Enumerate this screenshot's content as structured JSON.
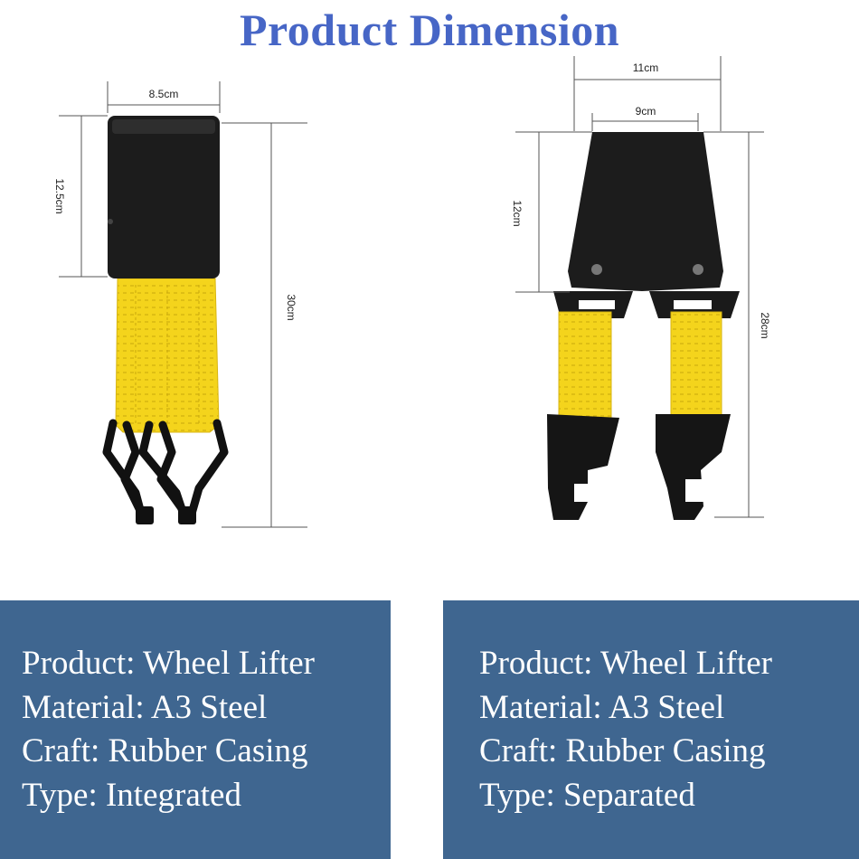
{
  "title": "Product Dimension",
  "products": [
    {
      "dimensions": {
        "width": "8.5cm",
        "body_height": "12.5cm",
        "total_height": "30cm"
      },
      "info": {
        "product": "Product: Wheel Lifter",
        "material": "Material: A3 Steel",
        "craft": "Craft: Rubber Casing",
        "type": "Type: Integrated"
      }
    },
    {
      "dimensions": {
        "outer_width": "11cm",
        "inner_width": "9cm",
        "body_height": "12cm",
        "total_height": "28cm"
      },
      "info": {
        "product": "Product: Wheel Lifter",
        "material": "Material: A3 Steel",
        "craft": "Craft: Rubber Casing",
        "type": "Type: Separated"
      }
    }
  ],
  "colors": {
    "title": "#4766c6",
    "panel": "#3f6690",
    "strap": "#f2d21a",
    "casing": "#1c1c1c"
  }
}
